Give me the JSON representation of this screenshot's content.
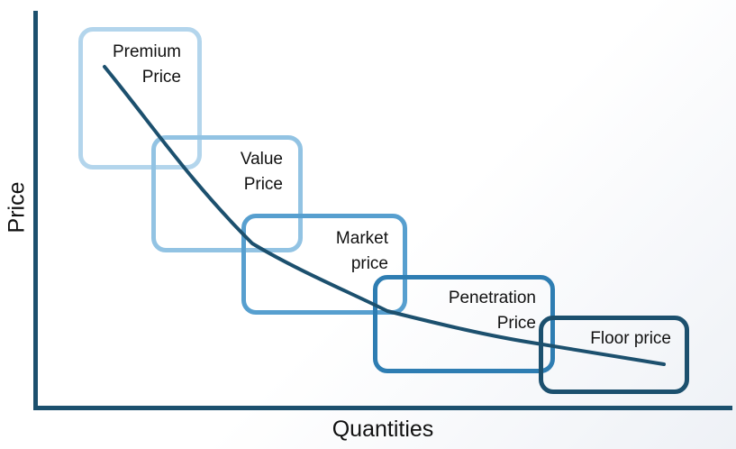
{
  "axes": {
    "x_label": "Quantities",
    "y_label": "Price",
    "color": "#1c506e"
  },
  "curve": {
    "color": "#1c506e"
  },
  "stages": [
    {
      "id": "premium",
      "line1": "Premium",
      "line2": "Price",
      "color": "#b3d5ec"
    },
    {
      "id": "value",
      "line1": "Value",
      "line2": "Price",
      "color": "#92c3e3"
    },
    {
      "id": "market",
      "line1": "Market",
      "line2": "price",
      "color": "#579fcf"
    },
    {
      "id": "penetration",
      "line1": "Penetration",
      "line2": "Price",
      "color": "#2e7db2"
    },
    {
      "id": "floor",
      "line1": "Floor price",
      "line2": "",
      "color": "#1c506e"
    }
  ]
}
